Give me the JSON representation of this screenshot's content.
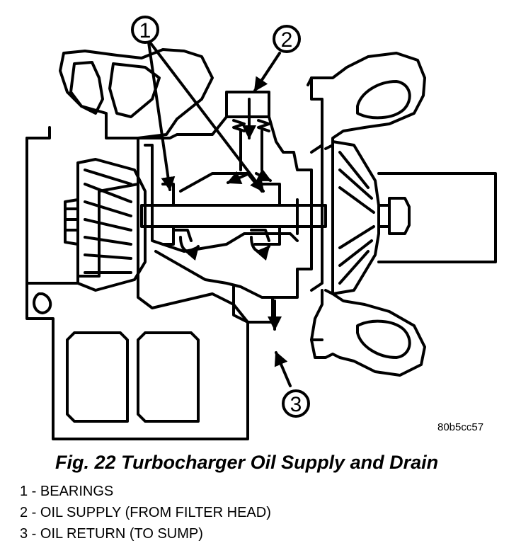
{
  "callouts": [
    {
      "number": "1"
    },
    {
      "number": "2"
    },
    {
      "number": "3"
    }
  ],
  "figure_code": "80b5cc57",
  "caption": "Fig. 22 Turbocharger Oil Supply and Drain",
  "legend": [
    "1 - BEARINGS",
    "2 - OIL SUPPLY (FROM FILTER HEAD)",
    "3 - OIL RETURN (TO SUMP)"
  ]
}
